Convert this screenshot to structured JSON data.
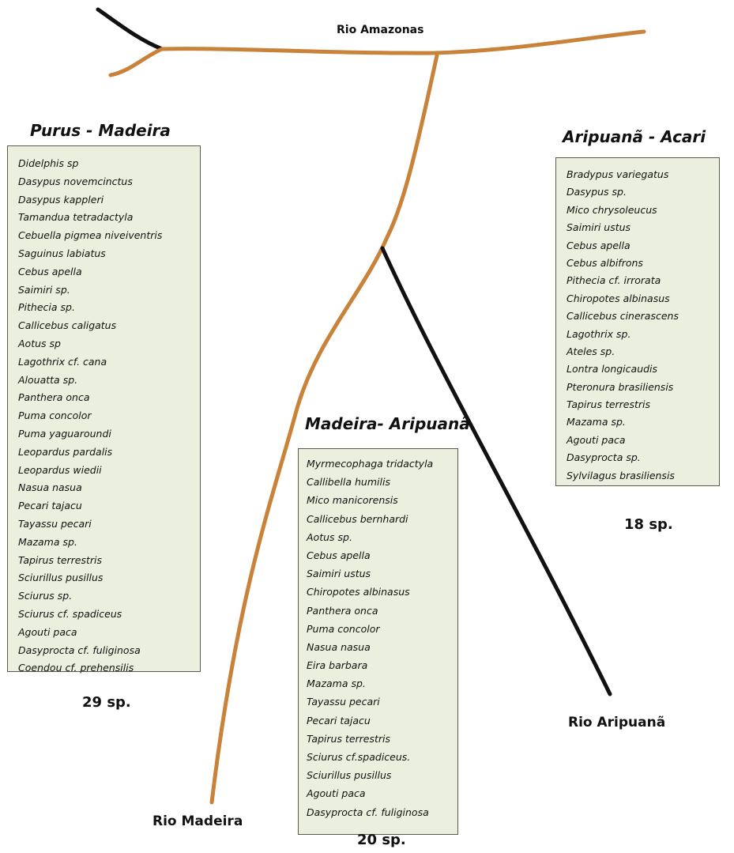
{
  "rivers": {
    "amazonas": "Rio Amazonas",
    "madeira": "Rio Madeira",
    "aripuana": "Rio Aripuanã",
    "colors": {
      "main_river": "#c8823a",
      "tributary": "#111111"
    }
  },
  "box_color": "#ebf0de",
  "regions": {
    "purus_madeira": {
      "title": "Purus - Madeira",
      "species": [
        "Didelphis sp",
        "Dasypus novemcinctus",
        "Dasypus kappleri",
        "Tamandua tetradactyla",
        "Cebuella pigmea niveiventris",
        "Saguinus labiatus",
        "Cebus apella",
        "Saimiri sp.",
        "Pithecia sp.",
        "Callicebus caligatus",
        "Aotus sp",
        "Lagothrix cf. cana",
        "Alouatta sp.",
        "Panthera onca",
        "Puma concolor",
        "Puma yaguaroundi",
        "Leopardus pardalis",
        "Leopardus wiedii",
        "Nasua nasua",
        "Pecari tajacu",
        "Tayassu pecari",
        "Mazama sp.",
        "Tapirus terrestris",
        "Sciurillus pusillus",
        "Sciurus sp.",
        "Sciurus cf. spadiceus",
        "Agouti paca",
        "Dasyprocta cf. fuliginosa",
        "Coendou cf. prehensilis"
      ],
      "count": "29 sp."
    },
    "aripuana_acari": {
      "title": "Aripuanã - Acari",
      "species": [
        "Bradypus variegatus",
        "Dasypus sp.",
        "Mico chrysoleucus",
        "Saimiri ustus",
        "Cebus apella",
        "Cebus albifrons",
        "Pithecia cf. irrorata",
        "Chiropotes albinasus",
        "Callicebus cinerascens",
        "Lagothrix sp.",
        "Ateles sp.",
        "Lontra longicaudis",
        "Pteronura brasiliensis",
        "Tapirus terrestris",
        "Mazama sp.",
        "Agouti paca",
        "Dasyprocta sp.",
        "Sylvilagus brasiliensis"
      ],
      "count": "18 sp."
    },
    "madeira_aripuana": {
      "title": "Madeira- Aripuanã",
      "species": [
        "Myrmecophaga tridactyla",
        "Callibella humilis",
        "Mico  manicorensis",
        "Callicebus bernhardi",
        "Aotus sp.",
        "Cebus apella",
        "Saimiri ustus",
        "Chiropotes albinasus",
        "Panthera onca",
        "Puma concolor",
        "Nasua nasua",
        "Eira barbara",
        "Mazama sp.",
        "Tayassu pecari",
        "Pecari tajacu",
        "Tapirus terrestris",
        "Sciurus cf.spadiceus.",
        "Sciurillus pusillus",
        "Agouti paca",
        "Dasyprocta cf. fuliginosa"
      ],
      "count": "20 sp."
    }
  }
}
